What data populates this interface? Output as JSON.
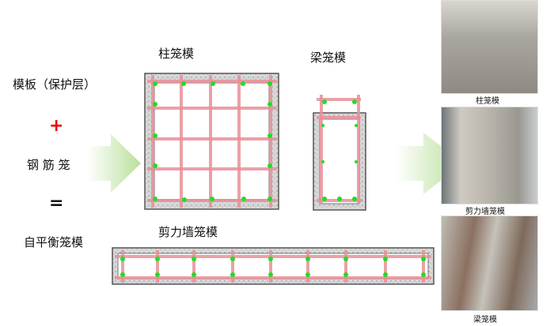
{
  "left": {
    "formwork": "模板（保护层）",
    "plus": "+",
    "rebar_cage": "钢 筋 笼",
    "equals": "=",
    "result": "自平衡笼模"
  },
  "titles": {
    "column": "柱笼模",
    "beam": "梁笼模",
    "wall": "剪力墙笼模"
  },
  "photos": [
    {
      "caption": "柱笼模"
    },
    {
      "caption": "剪力墙笼模"
    },
    {
      "caption": "梁笼模"
    }
  ],
  "colors": {
    "rebar": "#e8909a",
    "rebar_dark": "#c0394a",
    "concrete": "#d4d4d4",
    "node": "#22dd22",
    "arrow": "#c8e6b0"
  }
}
